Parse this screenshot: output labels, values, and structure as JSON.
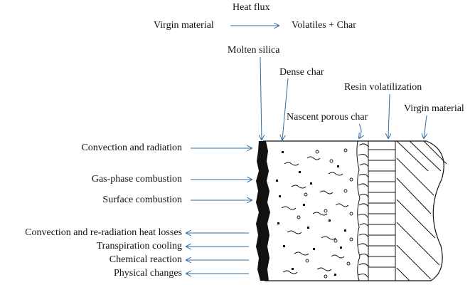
{
  "header": {
    "heat_flux": "Heat flux",
    "virgin_material": "Virgin material",
    "volatiles_char": "Volatiles + Char"
  },
  "top_labels": {
    "molten_silica": "Molten silica",
    "dense_char": "Dense char",
    "resin_volatilization": "Resin volatilization",
    "nascent_porous_char": "Nascent porous char",
    "virgin_material": "Virgin material"
  },
  "left_labels": {
    "convection_radiation": "Convection and radiation",
    "gas_phase_combustion": "Gas-phase combustion",
    "surface_combustion": "Surface combustion",
    "convection_reradiation": "Convection and re-radiation heat losses",
    "transpiration_cooling": "Transpiration cooling",
    "chemical_reaction": "Chemical reaction",
    "physical_changes": "Physical changes"
  },
  "colors": {
    "arrow": "#2e6da4",
    "ink": "#111111"
  }
}
